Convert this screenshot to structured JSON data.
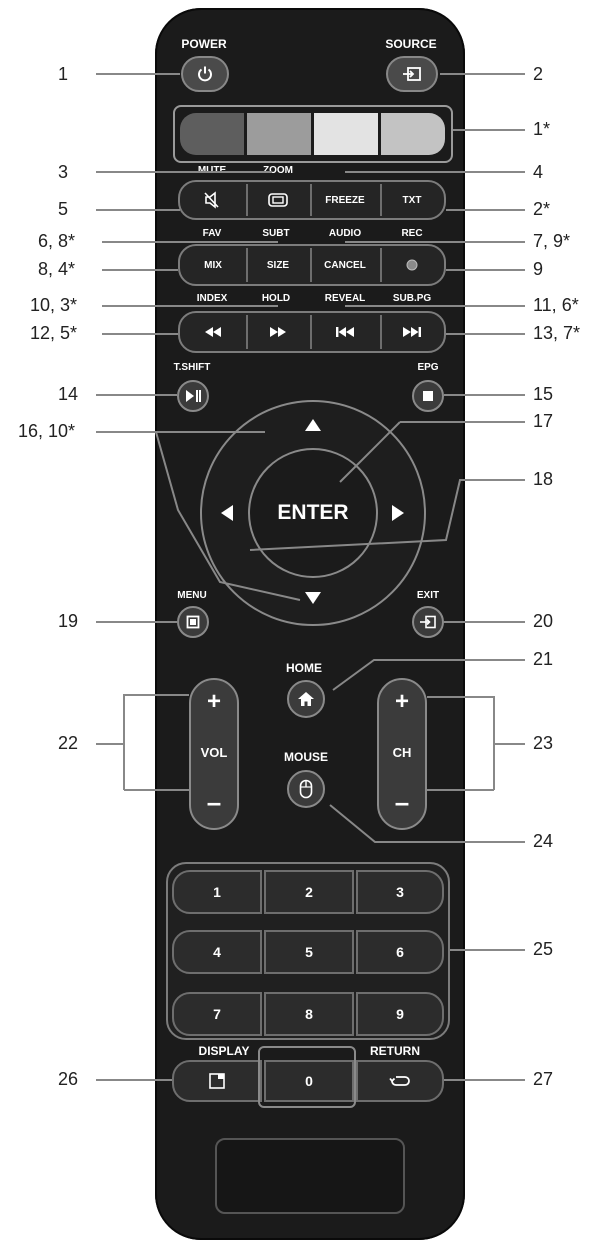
{
  "remote": {
    "power": "POWER",
    "source": "SOURCE",
    "colors": [
      "#5e5e5e",
      "#9c9c9c",
      "#e3e3e3",
      "#c3c3c3"
    ],
    "row1_labels": [
      "MUTE",
      "ZOOM"
    ],
    "row1_buttons": [
      "FREEZE",
      "TXT"
    ],
    "row2_labels": [
      "FAV",
      "SUBT",
      "AUDIO",
      "REC"
    ],
    "row2_buttons": [
      "MIX",
      "SIZE",
      "CANCEL"
    ],
    "row3_labels": [
      "INDEX",
      "HOLD",
      "REVEAL",
      "SUB.PG"
    ],
    "tshift": "T.SHIFT",
    "epg": "EPG",
    "enter": "ENTER",
    "menu": "MENU",
    "exit": "EXIT",
    "home": "HOME",
    "mouse": "MOUSE",
    "vol": "VOL",
    "ch": "CH",
    "plus": "+",
    "minus": "–",
    "digits": [
      "1",
      "2",
      "3",
      "4",
      "5",
      "6",
      "7",
      "8",
      "9"
    ],
    "zero": "0",
    "display": "DISPLAY",
    "return": "RETURN"
  },
  "callouts": {
    "c1": "1",
    "c2": "2",
    "c1s": "1*",
    "c3": "3",
    "c4": "4",
    "c5": "5",
    "c2s": "2*",
    "c68": "6, 8*",
    "c79": "7, 9*",
    "c84": "8, 4*",
    "c9": "9",
    "c103": "10, 3*",
    "c116": "11, 6*",
    "c125": "12, 5*",
    "c137": "13, 7*",
    "c14": "14",
    "c15": "15",
    "c1610": "16, 10*",
    "c17": "17",
    "c18": "18",
    "c19": "19",
    "c20": "20",
    "c21": "21",
    "c22": "22",
    "c23": "23",
    "c24": "24",
    "c25": "25",
    "c26": "26",
    "c27": "27"
  }
}
